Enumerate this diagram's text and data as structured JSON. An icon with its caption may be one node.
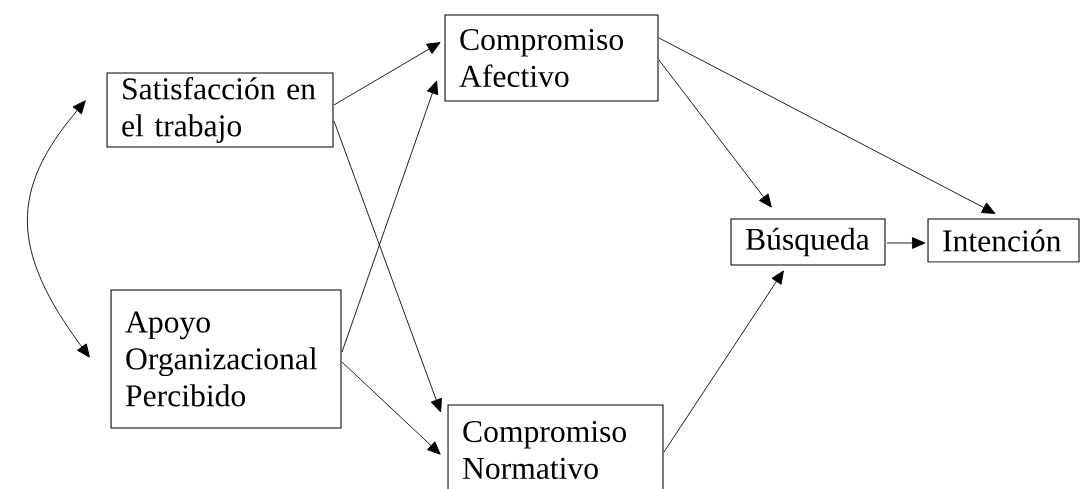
{
  "diagram": {
    "nodes": [
      {
        "text": [
          "Satisfacción en el trabajo"
        ]
      },
      {
        "text": [
          "Apoyo Organizacional Percibido"
        ]
      },
      {
        "text": [
          "Compromiso Afectivo"
        ]
      },
      {
        "text": [
          "Compromiso Normativo"
        ]
      },
      {
        "text": [
          "Búsqueda"
        ]
      },
      {
        "text": [
          "Intención"
        ]
      }
    ],
    "edges": [
      {
        "from": 0,
        "to": 1,
        "arrow": "both"
      },
      {
        "from": 0,
        "to": 2,
        "arrow": "to"
      },
      {
        "from": 1,
        "to": 2,
        "arrow": "to"
      },
      {
        "from": 0,
        "to": 3,
        "arrow": "to"
      },
      {
        "from": 1,
        "to": 3,
        "arrow": "to"
      },
      {
        "from": 2,
        "to": 4,
        "arrow": "to"
      },
      {
        "from": 2,
        "to": 5,
        "arrow": "to"
      },
      {
        "from": 3,
        "to": 4,
        "arrow": "to"
      },
      {
        "from": 4,
        "to": 5,
        "arrow": "to"
      }
    ]
  }
}
